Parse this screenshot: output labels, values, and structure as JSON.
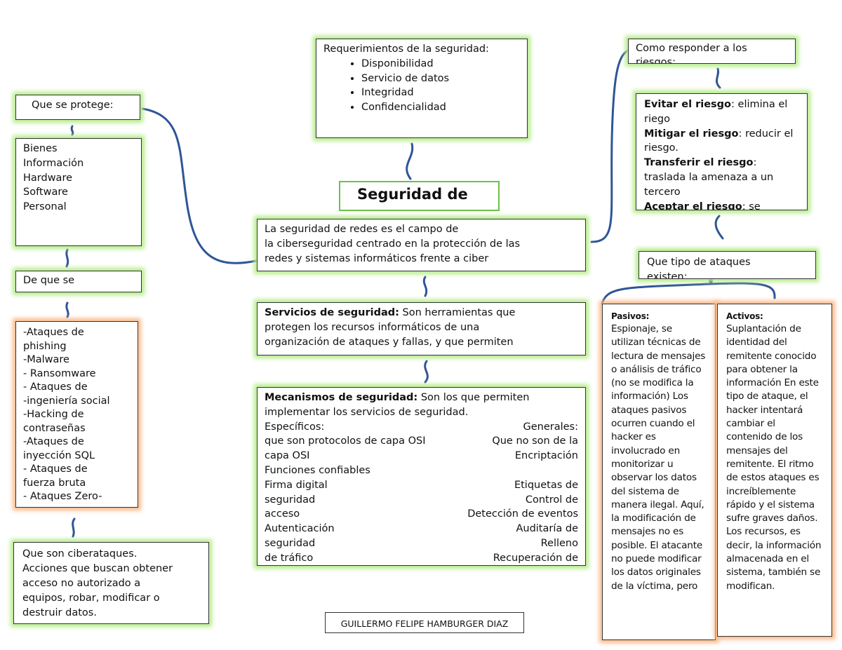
{
  "requerimientos": {
    "title": "Requerimientos de la seguridad:",
    "items": [
      "Disponibilidad",
      "Servicio de datos",
      "Integridad",
      "Confidencialidad"
    ]
  },
  "que_se_protege": {
    "title": "Que se protege:",
    "items": [
      "Bienes",
      "Información",
      "Hardware",
      "Software",
      "Personal"
    ]
  },
  "de_que_se": {
    "title": "De que se"
  },
  "ataques_list": [
    "-Ataques de",
    "phishing",
    "-Malware",
    "- Ransomware",
    "- Ataques de",
    "-ingeniería social",
    "-Hacking de",
    "contraseñas",
    "-Ataques de",
    "inyección SQL",
    "- Ataques de",
    "fuerza bruta",
    "- Ataques Zero-"
  ],
  "ciberataques": [
    "Que son ciberataques.",
    "Acciones que buscan obtener",
    "acceso no autorizado a",
    "equipos, robar, modificar o",
    "destruir datos."
  ],
  "central": {
    "title": "Seguridad de",
    "definition": [
      "La seguridad de redes es el campo de",
      "la ciberseguridad centrado en la protección de las",
      "redes y sistemas informáticos frente a ciber"
    ],
    "servicios": {
      "bold": "Servicios de seguridad:",
      "lines": [
        " Son herramientas que",
        "protegen los recursos informáticos de una",
        "organización de ataques y fallas, y que permiten"
      ]
    },
    "mecanismos": {
      "bold": "Mecanismos de seguridad:",
      "first": " Son los que permiten",
      "rows": [
        [
          "implementar los servicios de seguridad.",
          ""
        ],
        [
          "Específicos:",
          "Generales:"
        ],
        [
          "que son protocolos de capa OSI",
          "Que no son de la"
        ],
        [
          "capa OSI",
          "Encriptación"
        ],
        [
          "Funciones confiables",
          ""
        ],
        [
          "Firma digital",
          "Etiquetas de"
        ],
        [
          "seguridad",
          "Control de"
        ],
        [
          "acceso",
          "Detección de eventos"
        ],
        [
          "Autenticación",
          "Auditaría de"
        ],
        [
          "seguridad",
          "Relleno"
        ],
        [
          "de tráfico",
          "Recuperación de"
        ]
      ]
    }
  },
  "author": "GUILLERMO FELIPE HAMBURGER DIAZ",
  "responder": {
    "title": "Como responder a los",
    "title2": "riesgos:",
    "items": [
      {
        "bold": "Evitar el riesgo",
        "text": ": elimina el riego"
      },
      {
        "bold": "Mitigar el riesgo",
        "text": ": reducir el riesgo."
      },
      {
        "bold": "Transferir el riesgo",
        "text": ": traslada la amenaza a un tercero"
      },
      {
        "bold": "Aceptar el riesgo",
        "text": ": se"
      }
    ]
  },
  "tipos": {
    "title": "Que tipo de ataques",
    "title2": "existen:"
  },
  "pasivos": {
    "title": "Pasivos:",
    "text": "Espionaje, se utilizan técnicas de lectura de mensajes o análisis de tráfico (no se modifica la información) Los ataques pasivos ocurren cuando el hacker es involucrado en monitorizar u observar los datos del sistema de manera ilegal. Aquí, la modificación de mensajes no es posible. El atacante no puede modificar los datos originales de la víctima, pero"
  },
  "activos": {
    "title": "Activos:",
    "text": "Suplantación de identidad del remitente conocido para obtener la información En este tipo de ataque, el hacker intentará cambiar el contenido de los mensajes del remitente. El ritmo de estos ataques es increíblemente rápido y el sistema sufre graves daños. Los recursos, es decir, la información almacenada en el sistema, también se modifican."
  },
  "colors": {
    "connector": "#2f5597",
    "green_glow": "#b6ec8c",
    "orange_glow": "#f9b98c",
    "title_border": "#6cc04a"
  }
}
